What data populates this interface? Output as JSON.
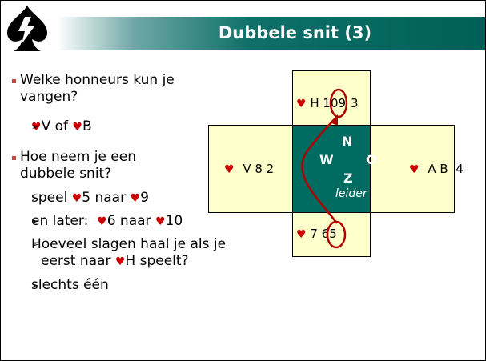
{
  "title": "Dubbele snit (3)",
  "bullets": {
    "q1_line1": "Welke honneurs kun je",
    "q1_line2": "vangen?",
    "a1_pre": "V of ",
    "a1_suit": "♥",
    "a1_post": "B",
    "q2_line1": "Hoe neem je een",
    "q2_line2": "dubbele snit?",
    "s1_pre": "speel ",
    "s1_mid": "5 naar ",
    "s1_post": "9",
    "s2_pre": "en later:  ",
    "s2_mid": "6 naar ",
    "s2_post": "10",
    "s3_line1": "Hoeveel slagen haal je als je",
    "s3_line2_pre": "eerst naar ",
    "s3_line2_post": "H speelt?",
    "s4": "slechts één"
  },
  "symbols": {
    "heart": "♥",
    "arrow": "➢"
  },
  "diagram": {
    "north": "H 10 9 3",
    "north_cards": [
      "H",
      "10",
      "9",
      "3"
    ],
    "west": "V 8 2",
    "east": "A B  4",
    "south_cards": [
      "7",
      "6",
      "5"
    ],
    "compass": {
      "n": "N",
      "w": "W",
      "o": "O",
      "z": "Z"
    },
    "leider": "leider"
  },
  "colors": {
    "heart": "#cc0000",
    "table": "#006b60",
    "cell": "#ffffcc",
    "arrow": "#b00000",
    "bullet": "#d63a3a"
  }
}
